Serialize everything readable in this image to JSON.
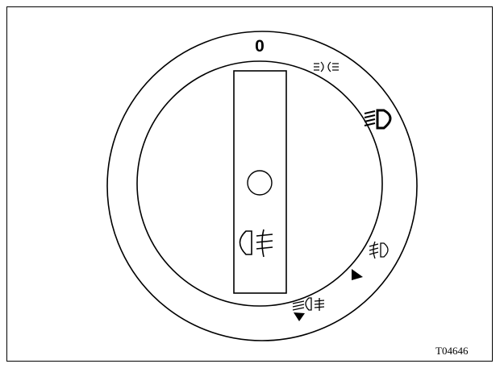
{
  "figure": {
    "reference_code": "T04646",
    "off_position_label": "0"
  },
  "switch_positions": [
    {
      "name": "off",
      "symbol": "0"
    },
    {
      "name": "parking-lights",
      "symbol": "side-lights-icon"
    },
    {
      "name": "dipped-beam",
      "symbol": "dipped-beam-icon"
    },
    {
      "name": "front-fog",
      "symbol": "front-fog-icon"
    },
    {
      "name": "rear-fog",
      "symbol": "rear-fog-icon"
    }
  ],
  "colors": {
    "line": "#000000",
    "background": "#ffffff"
  }
}
